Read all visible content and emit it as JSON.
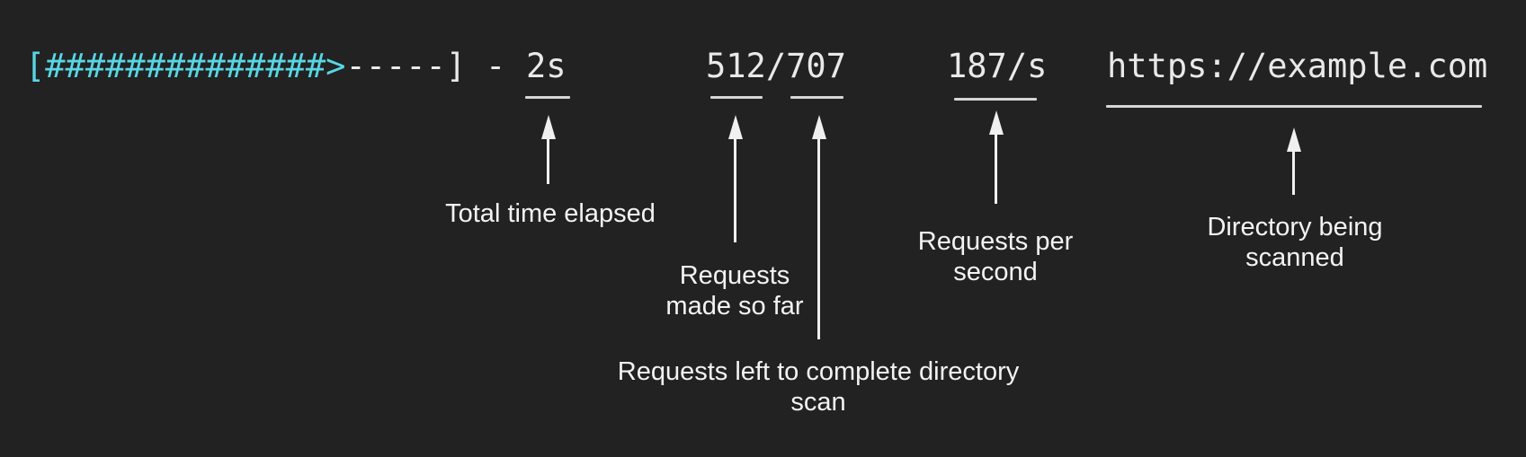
{
  "terminal": {
    "bar": {
      "open_bracket": "[",
      "fill": "##############",
      "cursor": ">",
      "remaining": "-----",
      "close_bracket": "]"
    },
    "separator": "-",
    "elapsed_time": "2s",
    "requests_made": "512",
    "requests_slash": "/",
    "requests_total": "707",
    "requests_per_second": "187/s",
    "target_url": "https://example.com"
  },
  "annotations": {
    "elapsed": {
      "label": "Total time elapsed"
    },
    "made": {
      "label": "Requests\nmade so far"
    },
    "total": {
      "label": "Requests left to complete directory\nscan"
    },
    "rate": {
      "label": "Requests per\nsecond"
    },
    "url": {
      "label": "Directory being\nscanned"
    }
  },
  "colors": {
    "background": "#222222",
    "accent_cyan": "#58d6e4",
    "text": "#e9e9e9",
    "underline": "#d6d6d6",
    "arrow": "#f0f0f0",
    "label": "#f3f3f3"
  }
}
